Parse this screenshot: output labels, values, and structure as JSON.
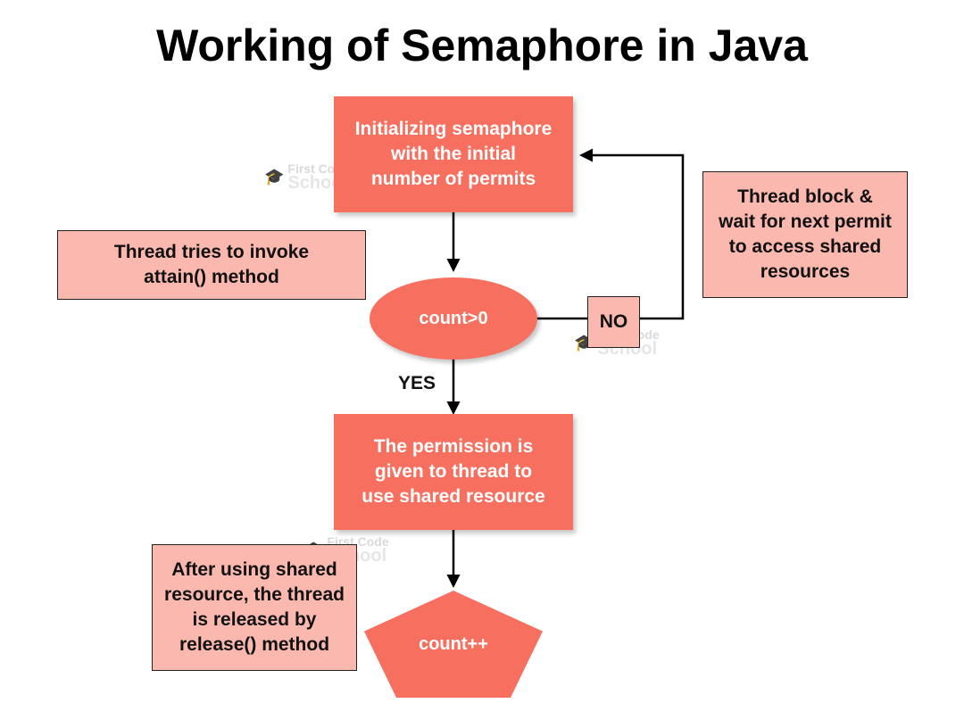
{
  "title": "Working of Semaphore in Java",
  "nodes": {
    "init": {
      "line1": "Initializing semaphore",
      "line2": "with the initial",
      "line3": "number of permits"
    },
    "check": "count>0",
    "permission": {
      "line1": "The permission is",
      "line2": "given to thread to",
      "line3": "use shared resource"
    },
    "increment": "count++"
  },
  "notes": {
    "attain": {
      "line1": "Thread tries to invoke",
      "line2": "attain() method"
    },
    "block": {
      "line1": "Thread block &",
      "line2": "wait for next permit",
      "line3": "to access shared",
      "line4": "resources"
    },
    "release": {
      "line1": "After using shared",
      "line2": "resource, the thread",
      "line3": "is released by",
      "line4": "release() method"
    }
  },
  "edges": {
    "yes": "YES",
    "no": "NO"
  },
  "watermark": {
    "line1": "First Code",
    "line2": "School"
  },
  "colors": {
    "main": "#f66f5f",
    "note": "#fbb8ae",
    "line": "#000000"
  }
}
